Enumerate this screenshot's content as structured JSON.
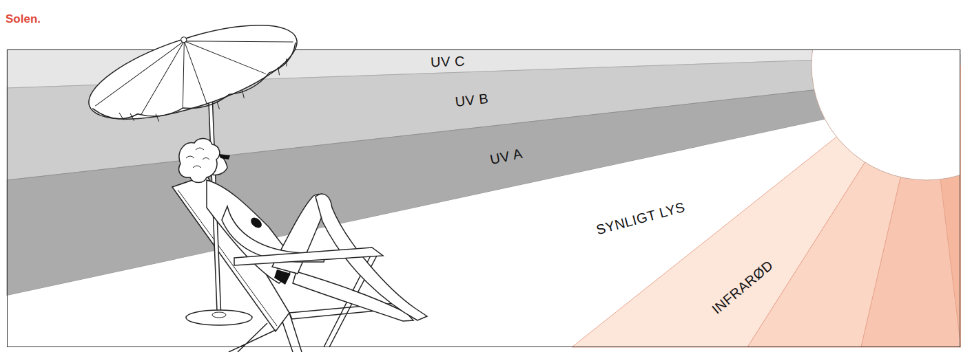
{
  "diagram": {
    "title": "Solen.",
    "nodes": [
      {
        "text": [
          "UV C"
        ]
      },
      {
        "text": [
          "UV B"
        ]
      },
      {
        "text": [
          "UV A"
        ]
      },
      {
        "text": [
          "SYNLIGT LYS"
        ]
      },
      {
        "text": [
          "INFRARØD"
        ]
      }
    ]
  }
}
